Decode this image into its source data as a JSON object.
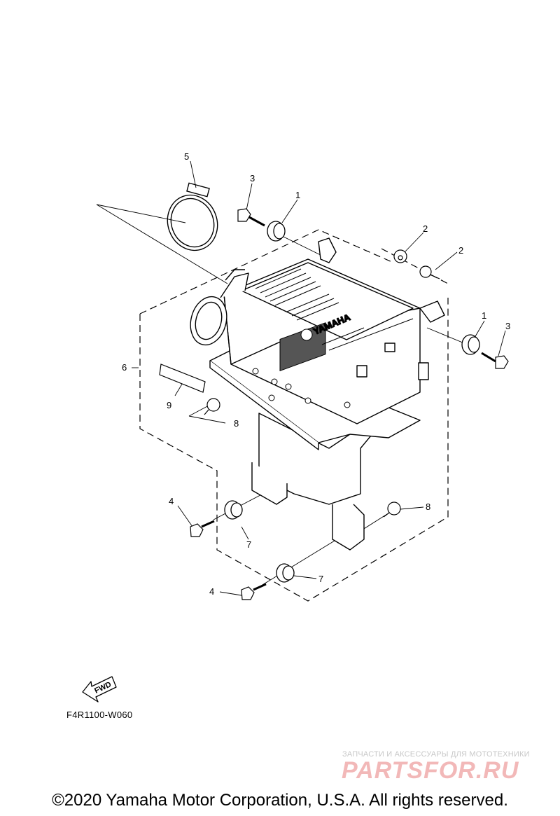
{
  "callouts": {
    "c1a": "1",
    "c1b": "1",
    "c2a": "2",
    "c2b": "2",
    "c3a": "3",
    "c3b": "3",
    "c4a": "4",
    "c4b": "4",
    "c5": "5",
    "c6": "6",
    "c7a": "7",
    "c7b": "7",
    "c8a": "8",
    "c8b": "8",
    "c9": "9"
  },
  "box_embossing": {
    "brand": "YAMAHA"
  },
  "fwd_arrow_label": "FWD",
  "diagram_code": "F4R1100-W060",
  "watermark": {
    "tagline": "ЗАПЧАСТИ И АКСЕССУАРЫ ДЛЯ МОТОТЕХНИКИ",
    "logo": "PARTSFOR.RU"
  },
  "copyright": "©2020 Yamaha Motor Corporation, U.S.A. All rights reserved."
}
